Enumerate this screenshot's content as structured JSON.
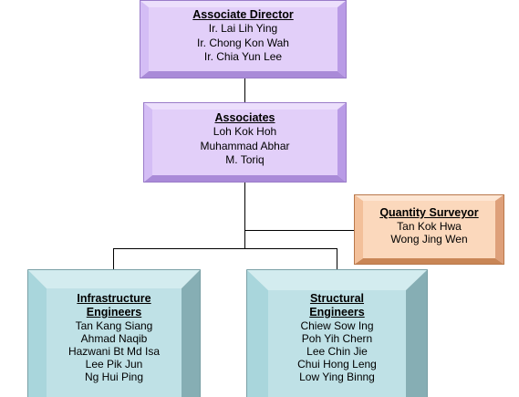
{
  "director": {
    "title": "Associate Director",
    "names": [
      "Ir. Lai Lih Ying",
      "Ir. Chong Kon Wah",
      "Ir. Chia Yun Lee"
    ]
  },
  "associates": {
    "title": "Associates",
    "names": [
      "Loh Kok Hoh",
      "Muhammad Abhar",
      "M. Toriq"
    ]
  },
  "quantity_surveyor": {
    "title": "Quantity Surveyor",
    "names": [
      "Tan Kok Hwa",
      "Wong Jing Wen"
    ]
  },
  "infrastructure": {
    "title": "Infrastructure Engineers",
    "names": [
      "Tan Kang Siang",
      "Ahmad Naqib",
      "Hazwani Bt Md Isa",
      "Lee Pik Jun",
      "Ng Hui Ping"
    ]
  },
  "structural": {
    "title": "Structural Engineers",
    "names": [
      "Chiew Sow Ing",
      "Poh Yih Chern",
      "Lee Chin Jie",
      "Chui Hong Leng",
      "Low Ying Binng"
    ]
  },
  "colors": {
    "purple_face": "#e2cff9",
    "purple_edge_light": "#c9a8f2",
    "purple_edge_dark": "#a98ad8",
    "orange_face": "#fbd8bc",
    "orange_edge_light": "#f3c09a",
    "orange_edge_dark": "#c98656",
    "teal_face": "#bfe1e6",
    "teal_edge_light": "#a9d6dc",
    "teal_edge_dark": "#86aeb4"
  }
}
